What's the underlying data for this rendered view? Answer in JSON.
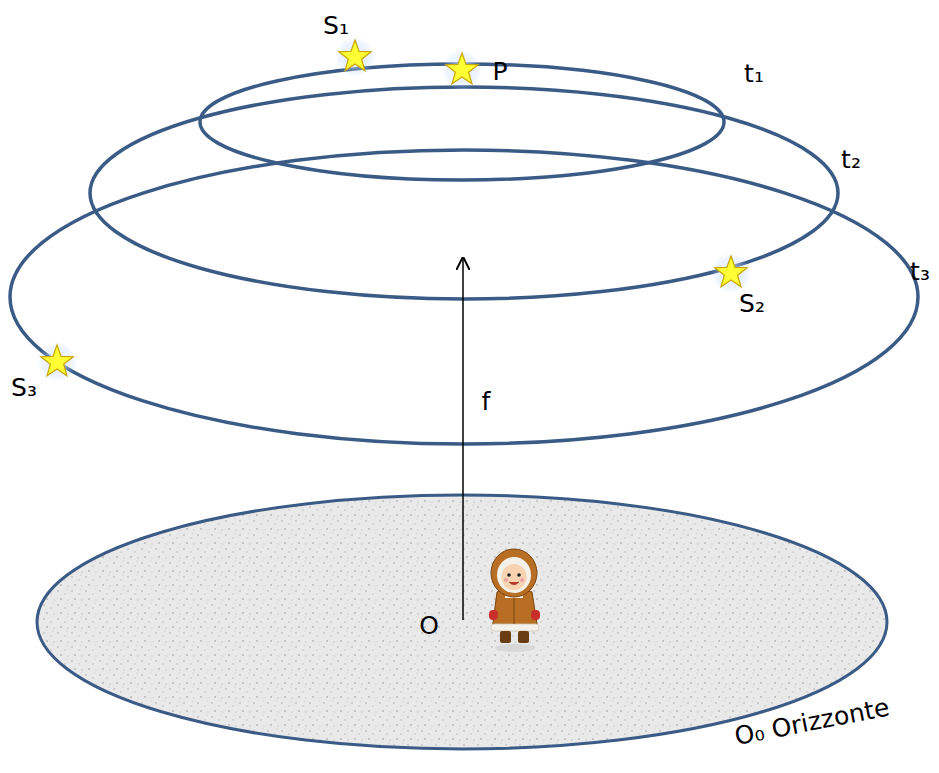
{
  "diagram": {
    "labels": [
      "S₁",
      "P",
      "t₁",
      "t₂",
      "t₃",
      "S₂",
      "S₃",
      "f",
      "O",
      "O₀ Orizzonte"
    ]
  }
}
